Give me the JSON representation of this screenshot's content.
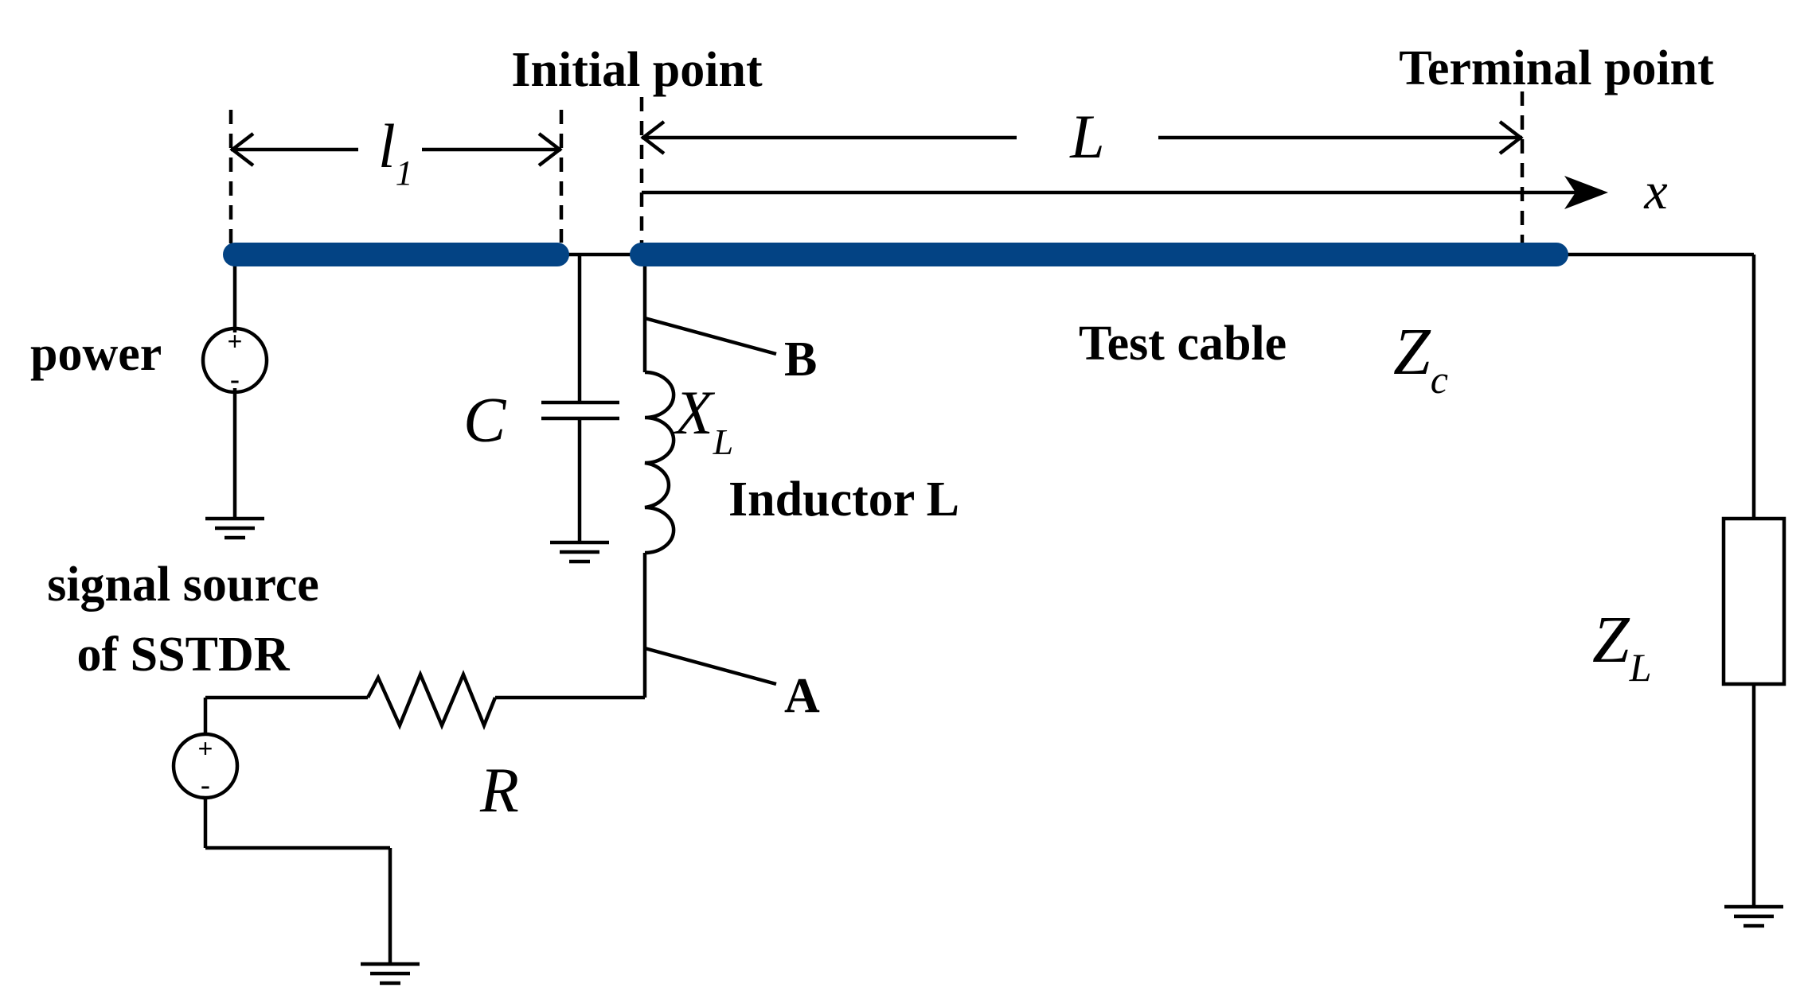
{
  "colors": {
    "cable": "#034384",
    "line": "#000000",
    "background": "#ffffff"
  },
  "labels": {
    "initial_point": "Initial point",
    "terminal_point": "Terminal point",
    "l1_main": "l",
    "l1_sub": "1",
    "L_length": "L",
    "x_axis": "x",
    "power": "power",
    "B": "B",
    "test_cable": "Test cable",
    "zc_main": "Z",
    "zc_sub": "c",
    "C": "C",
    "xl_main": "X",
    "xl_sub": "L",
    "inductor": "Inductor L",
    "signal_line1": "signal source",
    "signal_line2": "of SSTDR",
    "A": "A",
    "R": "R",
    "zl_main": "Z",
    "zl_sub": "L",
    "plus": "+",
    "minus": "-"
  }
}
